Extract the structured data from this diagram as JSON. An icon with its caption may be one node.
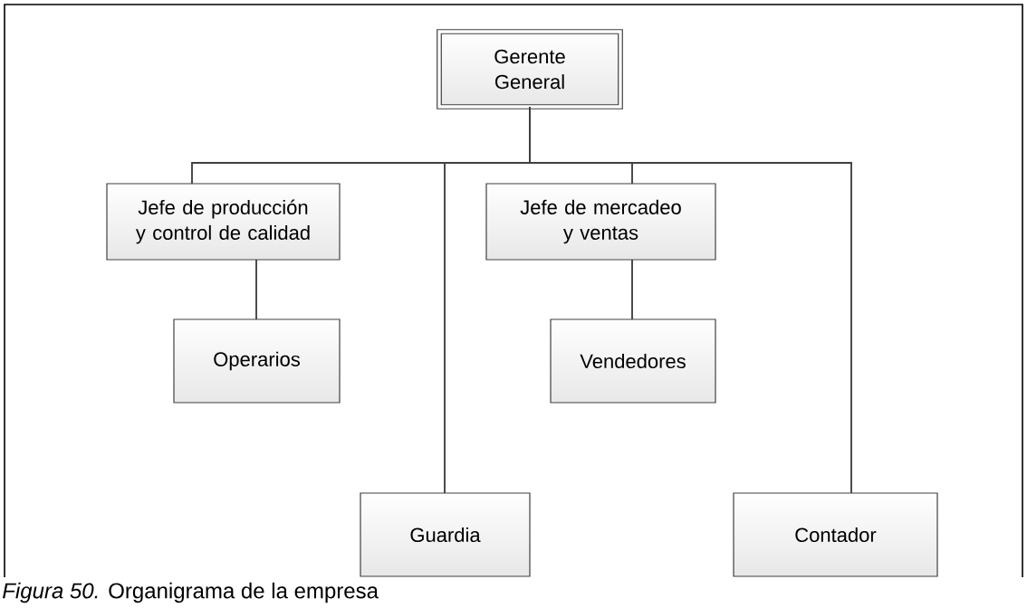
{
  "diagram": {
    "caption": "*Figura 50.* Organigrama de la empresa",
    "nodes": [
      {
        "text": [
          "Gerente General"
        ]
      },
      {
        "text": [
          "Jefe de producción y control de calidad"
        ]
      },
      {
        "text": [
          "Operarios"
        ]
      },
      {
        "text": [
          "Guardia"
        ]
      },
      {
        "text": [
          "Jefe de mercadeo y ventas"
        ]
      },
      {
        "text": [
          "Vendedores"
        ]
      },
      {
        "text": [
          "Contador"
        ]
      }
    ],
    "edges": [
      {
        "from": 0,
        "to": 1,
        "arrow": "none"
      },
      {
        "from": 1,
        "to": 2,
        "arrow": "none"
      },
      {
        "from": 0,
        "to": 3,
        "arrow": "none"
      },
      {
        "from": 0,
        "to": 4,
        "arrow": "none"
      },
      {
        "from": 4,
        "to": 5,
        "arrow": "none"
      },
      {
        "from": 0,
        "to": 6,
        "arrow": "none"
      }
    ]
  }
}
